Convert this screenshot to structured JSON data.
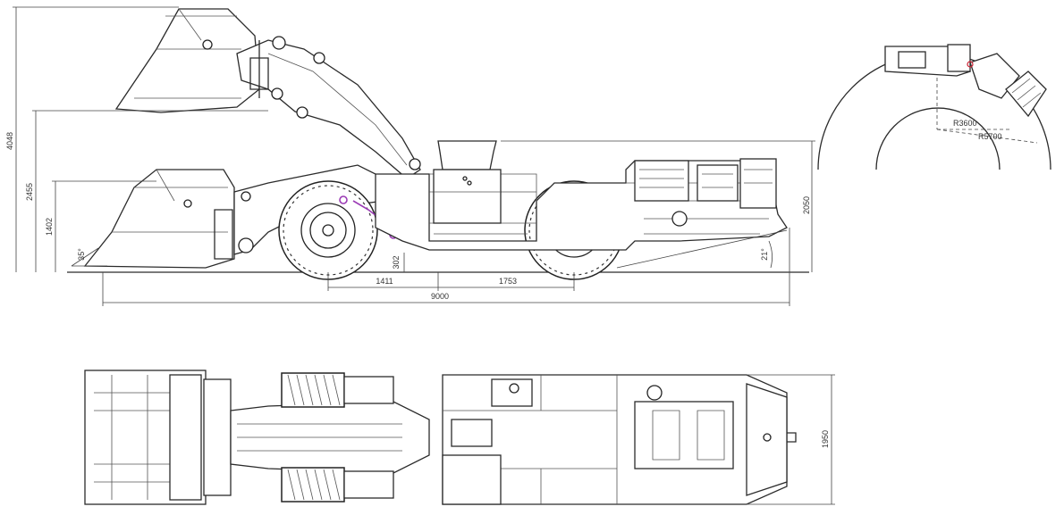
{
  "side_view": {
    "dimensions": {
      "overall_height": "4048",
      "raised_pin_height": "2455",
      "bucket_height": "1402",
      "dump_angle": "35°",
      "ground_clearance": "302",
      "front_axle_offset": "1411",
      "rear_axle_offset": "1753",
      "overall_length": "9000",
      "cab_height": "2050",
      "departure_angle": "21°"
    }
  },
  "turning_view": {
    "inner_radius": "R3600",
    "outer_radius": "R5700"
  },
  "top_view": {
    "dimensions": {
      "overall_width": "1950"
    }
  }
}
